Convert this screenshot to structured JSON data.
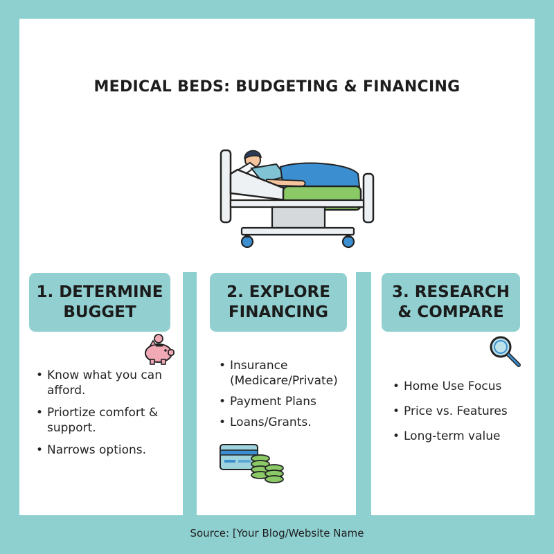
{
  "title": "MEDICAL BEDS: BUDGETING & FINANCING",
  "sections": [
    {
      "heading_line1": "1. DETERMINE",
      "heading_line2": "BUGGET",
      "icon": "piggy-bank-icon",
      "items": [
        "Know what you can afford.",
        "Priortize comfort & support.",
        "Narrows options."
      ]
    },
    {
      "heading_line1": "2. EXPLORE",
      "heading_line2": "FINANCING",
      "icon": "credit-card-coins-icon",
      "items": [
        "Insurance (Medicare/Private)",
        "Payment Plans",
        "Loans/Grants."
      ]
    },
    {
      "heading_line1": "3. RESEARCH",
      "heading_line2": "& COMPARE",
      "icon": "magnifier-icon",
      "items": [
        "Home Use Focus",
        "Price vs. Features",
        "Long-term value"
      ]
    }
  ],
  "source": "Source: [Your Blog/Website Name",
  "colors": {
    "background": "#8ecfd0",
    "header_box": "#92cfd0",
    "mattress": "#8bc866",
    "blanket": "#3b8fd1",
    "piggy": "#f2a9b6",
    "card": "#9fd4dd",
    "coins": "#8bc866"
  }
}
